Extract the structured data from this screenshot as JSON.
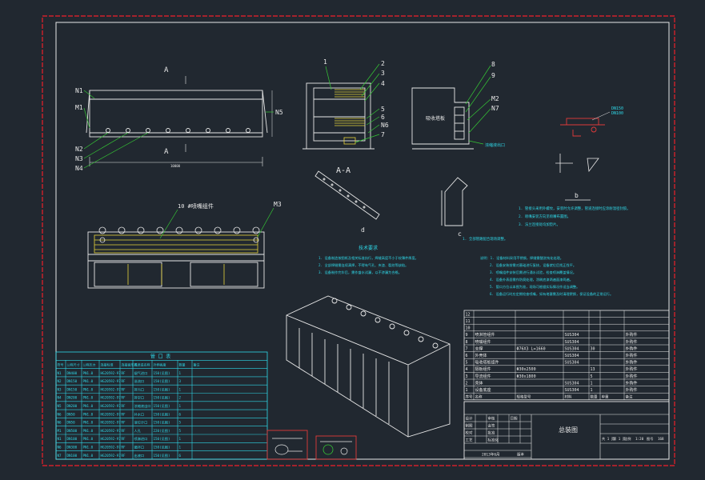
{
  "colors": {
    "background": "#212830",
    "outer_border": "#d0212a",
    "line": "#e8e8e8",
    "note": "#2fd8e8",
    "leader": "#35c735",
    "hatch": "#e6d23a",
    "detail_red": "#e03a3a"
  },
  "labels": {
    "section_top": "A",
    "section_bottom": "A",
    "section_view_title": "A-A",
    "nozzle_row_label": "10 #喷嘴组件",
    "left_callouts": [
      "N1",
      "M1",
      "N2",
      "N3",
      "N4"
    ],
    "right_callout": "N5",
    "plan_callout": "M3",
    "section_callouts": [
      "1",
      "2",
      "3",
      "4",
      "5",
      "6",
      "N6",
      "7"
    ],
    "side_callouts": [
      "8",
      "9",
      "M2",
      "N7"
    ],
    "side_inner_text": "吸收塔板",
    "side_bottom_text": "浓缩液出口",
    "detail_b_label": "b",
    "detail_c_label": "c",
    "detail_d_label": "d",
    "pipe_note_1": "DN150",
    "pipe_note_2": "DN100"
  },
  "notes": {
    "detail_notes": [
      "1. 管接头采用外螺纹，安装时允许调整，管道连接时应涂耐温密封胶。",
      "2. 喷嘴安装方向见喷嘴布置图。",
      "3. 法兰连接处均加垫片。"
    ],
    "right_note": "1. 全部管路配合现场调整。",
    "tech_title": "技术要求",
    "tech_left": [
      "1. 设备制造按图纸及相关标准执行，焊缝高度不小于较薄件厚度。",
      "2. 全部焊缝需连续满焊，不得有气孔、夹渣、裂纹等缺陷。",
      "3. 设备制作完毕后，需作盛水试漏，以不渗漏为合格。"
    ],
    "tech_right": [
      "说明：1. 设备材料采用不锈钢，焊缝需酸洗钝化处理。",
      "2. 设备安装前需对基础进行复核，设备就位后找正找平。",
      "3. 喷嘴组件安装后需进行通水试验，检查喷淋覆盖情况。",
      "4. 设备外表面需作防腐处理，涂刷底漆两遍面漆两遍。",
      "5. 管口方位以本图为准，现场可根据实际情况作适当调整。",
      "6. 设备运行时应定期检查喷嘴，如有堵塞需及时清理更换，保证设备的正常运行。"
    ]
  },
  "nozzle_table": {
    "title": "管 口 表",
    "headers": [
      "符号",
      "公称尺寸",
      "公称压力",
      "连接标准",
      "连接面形式",
      "用途或名称",
      "外伸高度",
      "数量",
      "备注"
    ],
    "rows": [
      [
        "N1",
        "DN400",
        "PN1.0",
        "HG20592-97",
        "RF",
        "烟气进口",
        "150(见图)",
        "1",
        ""
      ],
      [
        "N2",
        "DN150",
        "PN1.0",
        "HG20592-97",
        "RF",
        "溢流口",
        "150(见图)",
        "3",
        ""
      ],
      [
        "N3",
        "DN150",
        "PN1.0",
        "HG20592-97",
        "RF",
        "排污口",
        "150(见图)",
        "1",
        ""
      ],
      [
        "N4",
        "DN200",
        "PN1.0",
        "HG20592-97",
        "RF",
        "排空口",
        "150(见图)",
        "2",
        ""
      ],
      [
        "N5",
        "DN200",
        "PN1.0",
        "HG20592-97",
        "RF",
        "浓缩液出口",
        "150(见图)",
        "1",
        ""
      ],
      [
        "N6",
        "DN50",
        "PN1.0",
        "HG20592-97",
        "RF",
        "补水口",
        "150(见图)",
        "6",
        ""
      ],
      [
        "N6",
        "DN50",
        "PN1.0",
        "HG20592-97",
        "RF",
        "液位计口",
        "150(见图)",
        "5",
        ""
      ],
      [
        "M1",
        "DN500",
        "PN1.0",
        "HG20592-97",
        "RF",
        "人孔",
        "220(见图)",
        "5",
        ""
      ],
      [
        "N1",
        "DN100",
        "PN1.0",
        "HG20592-97",
        "RF",
        "喷淋进口",
        "150(见图)",
        "1",
        ""
      ],
      [
        "N6",
        "DN300",
        "PN1.0",
        "HG20592-97",
        "RF",
        "循环口",
        "150(见图)",
        "1",
        ""
      ],
      [
        "N7",
        "DN100",
        "PN1.0",
        "HG20592-97",
        "RF",
        "出液口",
        "150(见图)",
        "6",
        ""
      ]
    ]
  },
  "parts_list": {
    "rows": [
      [
        "12",
        "",
        "",
        "",
        "",
        "",
        ""
      ],
      [
        "11",
        "",
        "",
        "",
        "",
        "",
        ""
      ],
      [
        "10",
        "",
        "",
        "",
        "",
        "",
        ""
      ],
      [
        "9",
        "喷淋管组件",
        "",
        "SUS304",
        "",
        "",
        "外购件"
      ],
      [
        "8",
        "喷嘴组件",
        "",
        "SUS304",
        "",
        "",
        "外购件"
      ],
      [
        "7",
        "支撑",
        "Φ76X3 L=1660",
        "SUS304",
        "30",
        "",
        "外购件"
      ],
      [
        "6",
        "外壳体",
        "",
        "SUS304",
        "",
        "",
        "外购件"
      ],
      [
        "5",
        "吸收塔板组件",
        "",
        "SUS304",
        "",
        "",
        "外购件"
      ],
      [
        "4",
        "隔板组件",
        "Φ30x2500",
        "",
        "13",
        "",
        "外购件"
      ],
      [
        "3",
        "导流组件",
        "Φ30x1800",
        "",
        "5",
        "",
        "外购件"
      ],
      [
        "2",
        "壳体",
        "",
        "SUS304",
        "1",
        "",
        "外购件"
      ],
      [
        "1",
        "设备底座",
        "",
        "SUS304",
        "1",
        "",
        "外购件"
      ]
    ],
    "header": [
      "序号",
      "名称",
      "规格型号",
      "材料",
      "数量",
      "单重",
      "备注"
    ]
  },
  "title_block": {
    "drawing_title": "总装图",
    "rows": [
      [
        "设计",
        "",
        "审核",
        "",
        "日期",
        ""
      ],
      [
        "制图",
        "",
        "会签",
        "",
        "",
        ""
      ],
      [
        "校对",
        "",
        "批准",
        "",
        "",
        ""
      ],
      [
        "工艺",
        "",
        "标准化",
        "",
        "",
        ""
      ]
    ],
    "meta": [
      "共 1 页",
      "第 1 页",
      "比例",
      "1:20",
      "图号",
      "168"
    ],
    "date": "2013年6月",
    "status": "版本"
  }
}
